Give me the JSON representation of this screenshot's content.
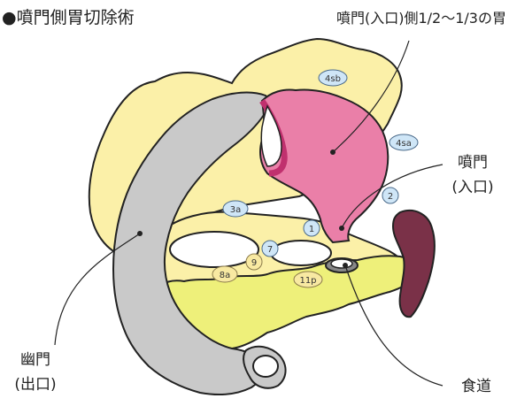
{
  "title": "●噴門側胃切除術",
  "labels": {
    "cardia_side": "噴門(入口)側1/2〜1/3の胃",
    "cardia_line1": "噴門",
    "cardia_line2": "(入口)",
    "pylorus_line1": "幽門",
    "pylorus_line2": "(出口)",
    "esophagus": "食道"
  },
  "lymph_nodes": {
    "n4sb": "4sb",
    "n4sa": "4sa",
    "n3a": "3a",
    "n2": "2",
    "n1": "1",
    "n7": "7",
    "n9": "9",
    "n8a": "8a",
    "n11p": "11p"
  },
  "colors": {
    "stomach_resected": "#ea7fa8",
    "stomach_outline": "#c0306e",
    "remnant_stomach": "#c9c9c9",
    "omentum": "#fbf0a8",
    "pancreas": "#eef07a",
    "spleen": "#7a3148",
    "node_blue": "#cfe6f7",
    "node_yellow": "#f8e9a2"
  }
}
